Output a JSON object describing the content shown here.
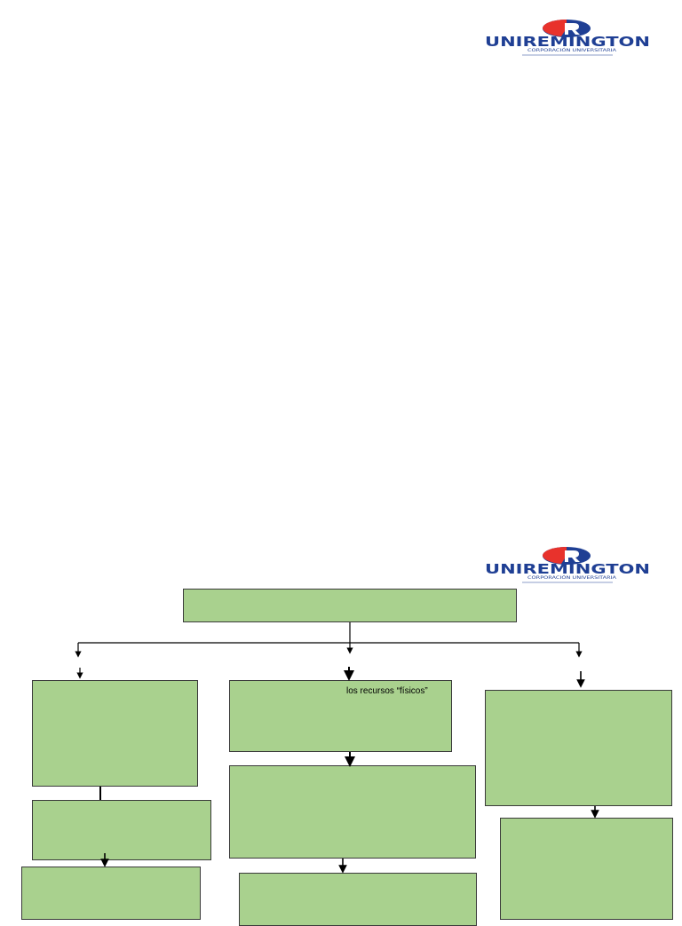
{
  "logo": {
    "brand": "UNIREMINGTON",
    "subtitle": "CORPORACIÓN UNIVERSITARIA",
    "colors": {
      "brand_blue": "#1f3f94",
      "accent_red": "#e8322c"
    }
  },
  "diagram": {
    "box_color": "#a9d18e",
    "box_border": "#3a3a3a",
    "box_texts": {
      "middle_top": "los recursos “físicos”"
    }
  }
}
